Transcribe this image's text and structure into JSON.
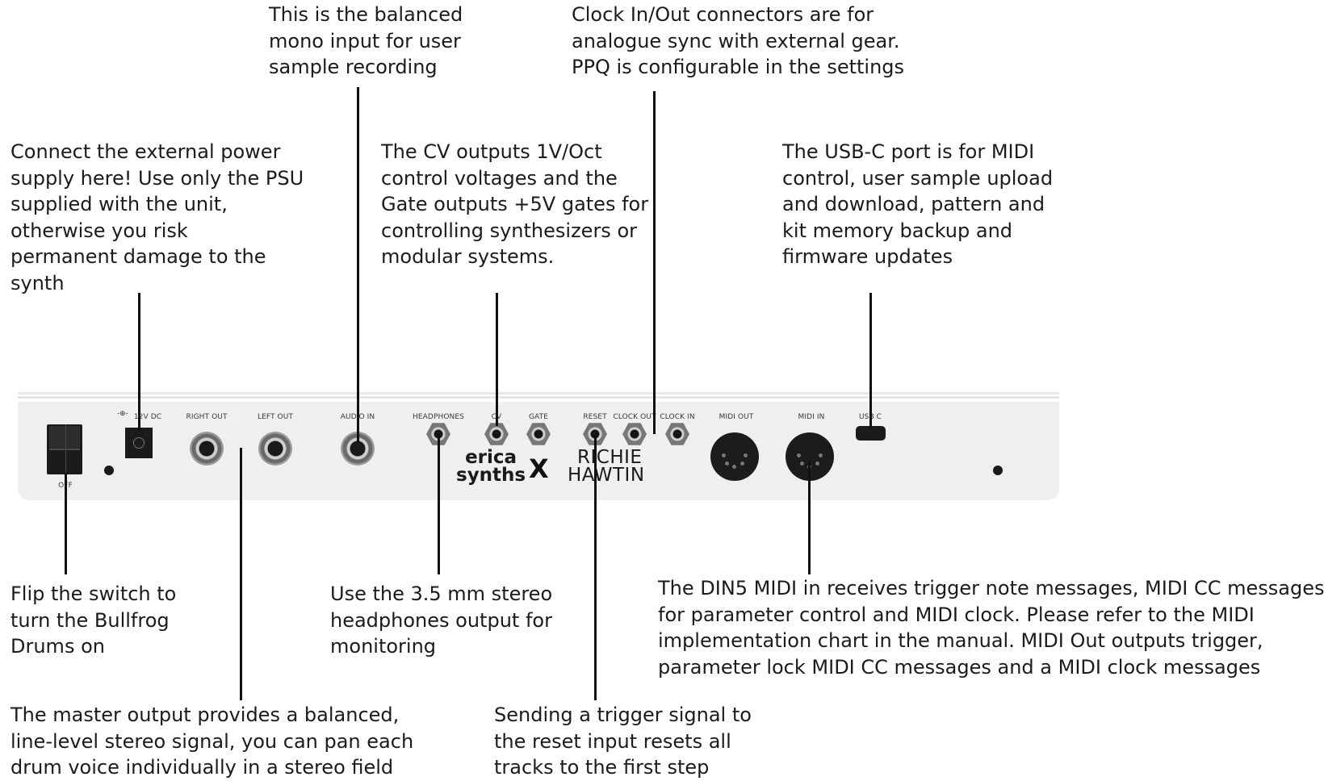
{
  "callouts": {
    "audio_in": [
      "This is the balanced",
      "mono input for user",
      "sample recording"
    ],
    "clock": [
      "Clock In/Out connectors are for",
      "analogue sync with external gear.",
      "PPQ is configurable in the settings"
    ],
    "power": [
      "Connect the external power",
      "supply here! Use only the PSU",
      "supplied with the unit,",
      "otherwise you risk",
      "permanent damage to the",
      "synth"
    ],
    "cv_gate": [
      "The CV outputs 1V/Oct",
      "control voltages and the",
      "Gate outputs +5V gates for",
      "controlling synthesizers or",
      "modular systems."
    ],
    "usb": [
      "The USB-C port is for MIDI",
      "control, user sample upload",
      "and download, pattern and",
      "kit memory backup and",
      "firmware updates"
    ],
    "switch": [
      "Flip the switch to",
      "turn the Bullfrog",
      "Drums on"
    ],
    "headphones": [
      "Use the 3.5 mm stereo",
      "headphones output for",
      "monitoring"
    ],
    "midi": [
      "The DIN5 MIDI in receives trigger note messages, MIDI CC messages",
      "for parameter control and MIDI clock. Please refer to the MIDI",
      "implementation chart in the manual. MIDI Out outputs trigger,",
      "parameter lock MIDI CC messages and a MIDI clock messages"
    ],
    "master": [
      "The master output provides a balanced,",
      "line-level stereo signal, you can pan each",
      "drum voice individually in a stereo field"
    ],
    "reset": [
      "Sending a trigger signal to",
      "the reset input resets all",
      "tracks to the first step"
    ]
  },
  "panel_labels": {
    "dc": "12V DC",
    "right_out": "RIGHT OUT",
    "left_out": "LEFT OUT",
    "audio_in": "AUDIO IN",
    "headphones": "HEADPHONES",
    "cv": "CV",
    "gate": "GATE",
    "reset": "RESET",
    "clock_out": "CLOCK OUT",
    "clock_in": "CLOCK IN",
    "midi_out": "MIDI OUT",
    "midi_in": "MIDI IN",
    "usb_c": "USB C",
    "off": "OFF"
  },
  "branding": {
    "erica_line1": "erica",
    "erica_line2": "synths",
    "x": "X",
    "richie_line1": "RICHIE",
    "richie_line2": "HAWTIN"
  }
}
